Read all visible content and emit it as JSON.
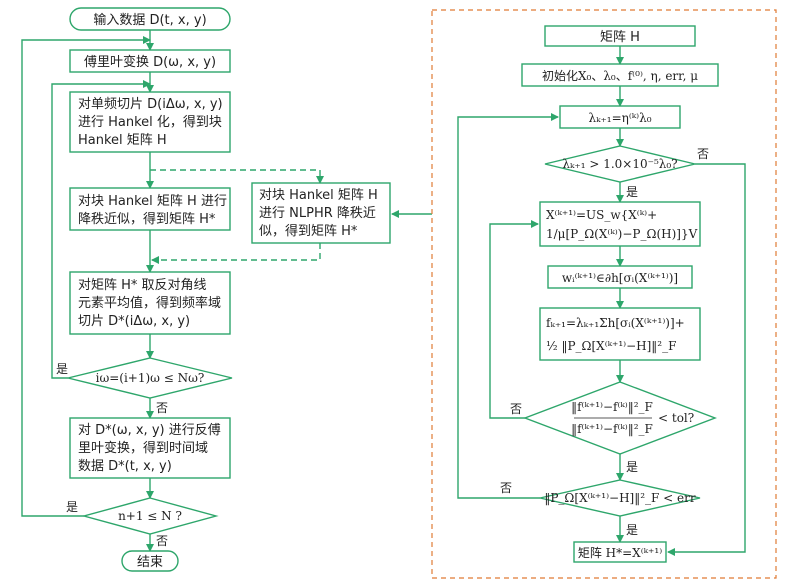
{
  "left": {
    "start": "输入数据 D(t, x, y)",
    "fourier": "傅里叶变换 D(ω, x, y)",
    "hankel": [
      "对单频切片 D(iΔω, x, y)",
      "进行 Hankel 化，得到块",
      "Hankel 矩阵 H"
    ],
    "lowrank": [
      "对块 Hankel 矩阵 H 进行",
      "降秩近似，得到矩阵 H*"
    ],
    "side": [
      "对块 Hankel 矩阵 H",
      "进行 NLPHR 降秩近",
      "似，得到矩阵 H*"
    ],
    "average": [
      "对矩阵 H* 取反对角线",
      "元素平均值，得到频率域",
      "切片 D*(iΔω, x, y)"
    ],
    "decision_freq": "iω=(i+1)ω ≤ Nω?",
    "inverse": [
      "对 D*(ω, x, y) 进行反傅",
      "里叶变换，得到时间域",
      "数据 D*(t, x, y)"
    ],
    "decision_n": "n+1 ≤ N ?",
    "end": "结束",
    "yes_freq": "是",
    "no_freq": "否",
    "yes_n": "是",
    "no_n": "否"
  },
  "right": {
    "matrix": "矩阵 H",
    "init": "初始化X₀、λ₀、f⁽⁰⁾, η, err, μ",
    "lambda_update": "λₖ₊₁=η⁽ᵏ⁾λ₀",
    "decision_lambda": "λₖ₊₁ > 1.0×10⁻⁵λ₀?",
    "no_lambda": "否",
    "yes_lambda": "是",
    "x_update": [
      "X⁽ᵏ⁺¹⁾=US_w{X⁽ᵏ⁾+",
      "1/μ[P_Ω(X⁽ᵏ⁾)−P_Ω(H)]}V"
    ],
    "w_update": "wᵢ⁽ᵏ⁺¹⁾∈∂h[σᵢ(X⁽ᵏ⁺¹⁾)]",
    "f_update": [
      "fₖ₊₁=λₖ₊₁Σh[σᵢ(X⁽ᵏ⁺¹⁾)]+",
      "½ ‖P_Ω[X⁽ᵏ⁺¹⁾−H]‖²_F"
    ],
    "decision_tol": [
      "‖f⁽ᵏ⁺¹⁾−f⁽ᵏ⁾‖²_F",
      "‖f⁽ᵏ⁺¹⁾−f⁽ᵏ⁾‖²_F",
      "< tol?"
    ],
    "no_tol": "否",
    "yes_tol": "是",
    "decision_err": "‖P_Ω[X⁽ᵏ⁺¹⁾−H]‖²_F < err",
    "no_err": "否",
    "yes_err": "是",
    "result": "矩阵 H*=X⁽ᵏ⁺¹⁾"
  },
  "colors": {
    "flow": "#2ea66b",
    "panel": "#e07b35"
  }
}
